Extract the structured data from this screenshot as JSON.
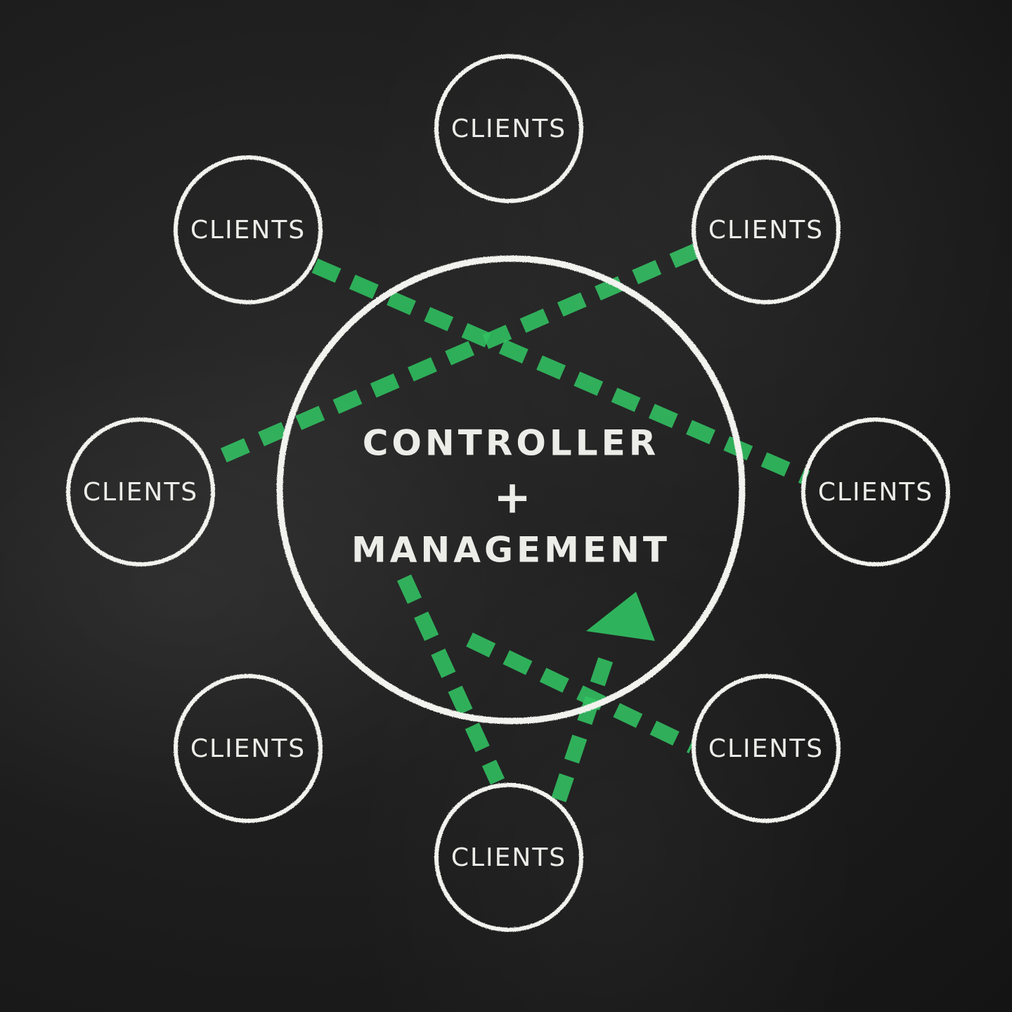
{
  "diagram": {
    "center": {
      "line1": "CONTROLLER",
      "plus": "+",
      "line2": "MANAGEMENT"
    },
    "clients": [
      {
        "id": "top",
        "label": "CLIENTS"
      },
      {
        "id": "top-right",
        "label": "CLIENTS"
      },
      {
        "id": "right",
        "label": "CLIENTS"
      },
      {
        "id": "bottom-right",
        "label": "CLIENTS"
      },
      {
        "id": "bottom",
        "label": "CLIENTS"
      },
      {
        "id": "bottom-left",
        "label": "CLIENTS"
      },
      {
        "id": "left",
        "label": "CLIENTS"
      },
      {
        "id": "top-left",
        "label": "CLIENTS"
      }
    ],
    "connections": [
      {
        "from": "top-left",
        "to": "right"
      },
      {
        "from": "top-right",
        "to": "left"
      },
      {
        "from": "center",
        "to": "bottom"
      },
      {
        "from": "center",
        "to": "bottom-right"
      },
      {
        "from": "bottom",
        "to": "center",
        "arrow": true
      }
    ],
    "colors": {
      "background": "#1c1c1c",
      "chalk": "#f2f2ee",
      "link": "#2fc160"
    }
  }
}
